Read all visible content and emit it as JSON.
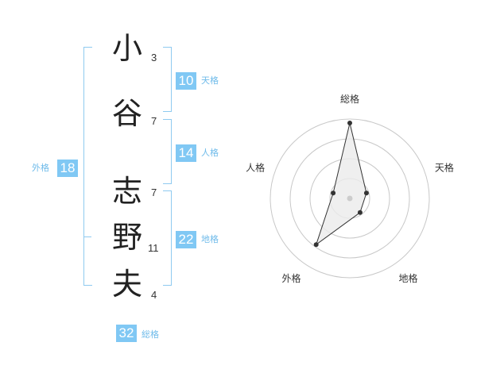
{
  "name": {
    "chars": [
      {
        "char": "小",
        "strokes": "3"
      },
      {
        "char": "谷",
        "strokes": "7"
      },
      {
        "char": "志",
        "strokes": "7"
      },
      {
        "char": "野",
        "strokes": "11"
      },
      {
        "char": "夫",
        "strokes": "4"
      }
    ]
  },
  "kakusu": {
    "tenkaku": {
      "label": "天格",
      "value": "10"
    },
    "jinkaku": {
      "label": "人格",
      "value": "14"
    },
    "chikaku": {
      "label": "地格",
      "value": "22"
    },
    "gaikaku": {
      "label": "外格",
      "value": "18"
    },
    "soukaku": {
      "label": "総格",
      "value": "32"
    }
  },
  "chart_data": {
    "type": "radar",
    "axes": [
      "総格",
      "天格",
      "地格",
      "外格",
      "人格"
    ],
    "values": [
      0.95,
      0.22,
      0.22,
      0.72,
      0.22
    ],
    "range": [
      0,
      1
    ],
    "rings": 4,
    "grid": true
  },
  "colors": {
    "accent": "#80c8f4",
    "bracket": "#8fcaf0",
    "ring": "#c8c8c8",
    "polygon_fill": "#ebebeb",
    "polygon_stroke": "#333333"
  }
}
